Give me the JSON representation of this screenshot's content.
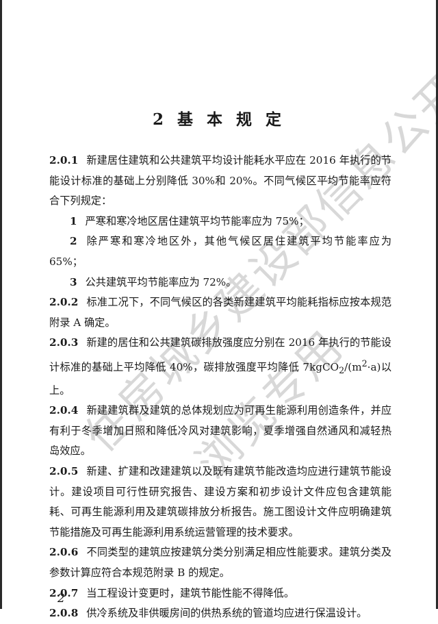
{
  "chapter": {
    "number": "2",
    "title": "基 本 规 定"
  },
  "clauses": [
    {
      "no": "2.0.1",
      "text": "新建居住建筑和公共建筑平均设计能耗水平应在 2016 年执行的节能设计标准的基础上分别降低 30%和 20%。不同气候区平均节能率应符合下列规定："
    },
    {
      "no": "1",
      "text": "严寒和寒冷地区居住建筑平均节能率应为 75%；"
    },
    {
      "no": "2",
      "text": "除严寒和寒冷地区外，其他气候区居住建筑平均节能率应为 65%；"
    },
    {
      "no": "3",
      "text": "公共建筑平均节能率应为 72%。"
    },
    {
      "no": "2.0.2",
      "text": "标准工况下，不同气候区的各类新建建筑平均能耗指标应按本规范附录 A 确定。"
    },
    {
      "no": "2.0.3",
      "text_before": "新建的居住和公共建筑碳排放强度应分别在 2016 年执行的节能设计标准的基础上平均降低 40%，碳排放强度平均降低 7kgCO",
      "sub": "2",
      "text_mid": "/(m",
      "sup": "2",
      "text_after": "·a)以上。"
    },
    {
      "no": "2.0.4",
      "text": "新建建筑群及建筑的总体规划应为可再生能源利用创造条件，并应有利于冬季增加日照和降低冷风对建筑影响，夏季增强自然通风和减轻热岛效应。"
    },
    {
      "no": "2.0.5",
      "text": "新建、扩建和改建建筑以及既有建筑节能改造均应进行建筑节能设计。建设项目可行性研究报告、建设方案和初步设计文件应包含建筑能耗、可再生能源利用及建筑碳排放分析报告。施工图设计文件应明确建筑节能措施及可再生能源利用系统运营管理的技术要求。"
    },
    {
      "no": "2.0.6",
      "text": "不同类型的建筑应按建筑分类分别满足相应性能要求。建筑分类及参数计算应符合本规范附录 B 的规定。"
    },
    {
      "no": "2.0.7",
      "text": "当工程设计变更时，建筑节能性能不得降低。"
    },
    {
      "no": "2.0.8",
      "text": "供冷系统及非供暖房间的供热系统的管道均应进行保温设计。"
    }
  ],
  "page_number": "2",
  "watermark": {
    "line1": "住房城乡建设部信息公开",
    "line2": "浏览专用"
  }
}
